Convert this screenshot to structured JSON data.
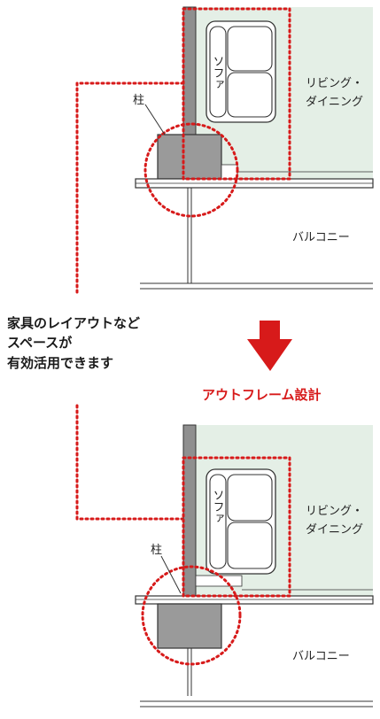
{
  "colors": {
    "room_fill": "#e4efe6",
    "wall_gray": "#8f8f8f",
    "column_gray": "#9a9a9a",
    "line": "#333333",
    "accent_red": "#d71a1a"
  },
  "note": {
    "line1": "家具のレイアウトなど",
    "line2": "スペースが",
    "line3": "有効活用できます"
  },
  "transition_label": "アウトフレーム設計",
  "before": {
    "room_label_line1": "リビング・",
    "room_label_line2": "ダイニング",
    "sofa_label": "ソファ",
    "column_label": "柱",
    "balcony_label": "バルコニー"
  },
  "after": {
    "room_label_line1": "リビング・",
    "room_label_line2": "ダイニング",
    "sofa_label": "ソファ",
    "column_label": "柱",
    "balcony_label": "バルコニー"
  },
  "icons": {
    "arrow": "down-arrow-icon"
  }
}
